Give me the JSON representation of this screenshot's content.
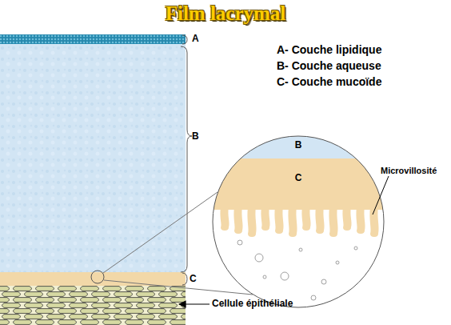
{
  "diagram": {
    "title": "Film lacrymal",
    "nodes": [
      {
        "text": [
          "B"
        ]
      },
      {
        "text": [
          "C"
        ]
      }
    ],
    "labels": [
      "A- Couche lipidique",
      "B- Couche aqueuse",
      "C- Couche mucoïde",
      "A",
      "B",
      "C",
      "Microvillosité",
      "Cellule épithéliale"
    ]
  }
}
